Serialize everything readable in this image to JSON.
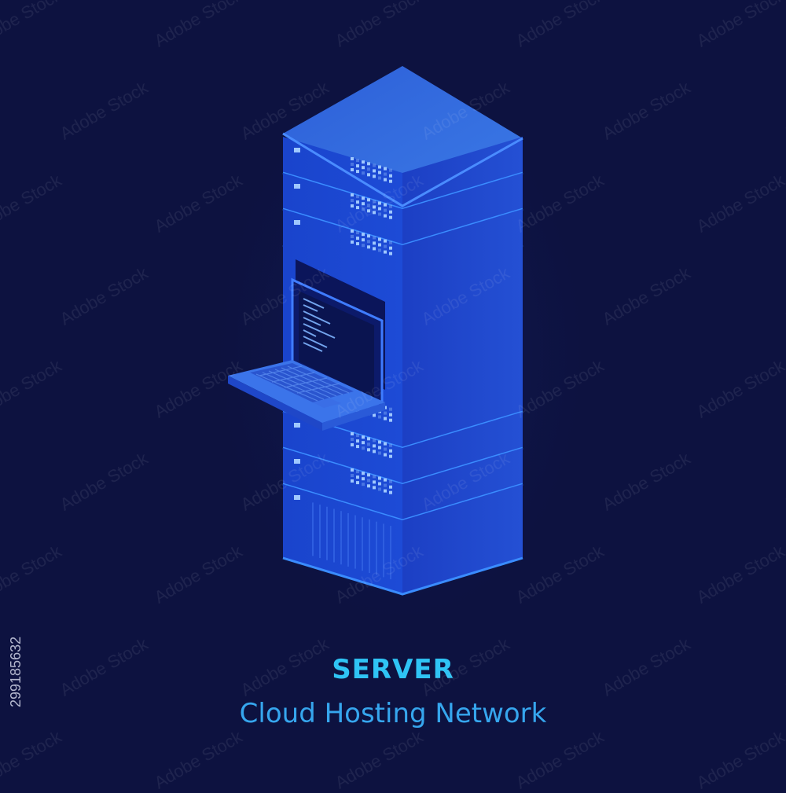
{
  "title": "SERVER",
  "subtitle": "Cloud Hosting Network",
  "stock_id": "299185632",
  "watermark_text": "Adobe Stock",
  "colors": {
    "background": "#0d1240",
    "title": "#2fc4f5",
    "subtitle": "#36a6ee",
    "face_front": "#1a45d0",
    "face_side": "#1b3ec2",
    "face_top": "#3a73e0",
    "edge_glow": "#3a8cff",
    "led": "#9fc8ff"
  },
  "icons": [
    "server-rack",
    "laptop",
    "led-grid"
  ]
}
